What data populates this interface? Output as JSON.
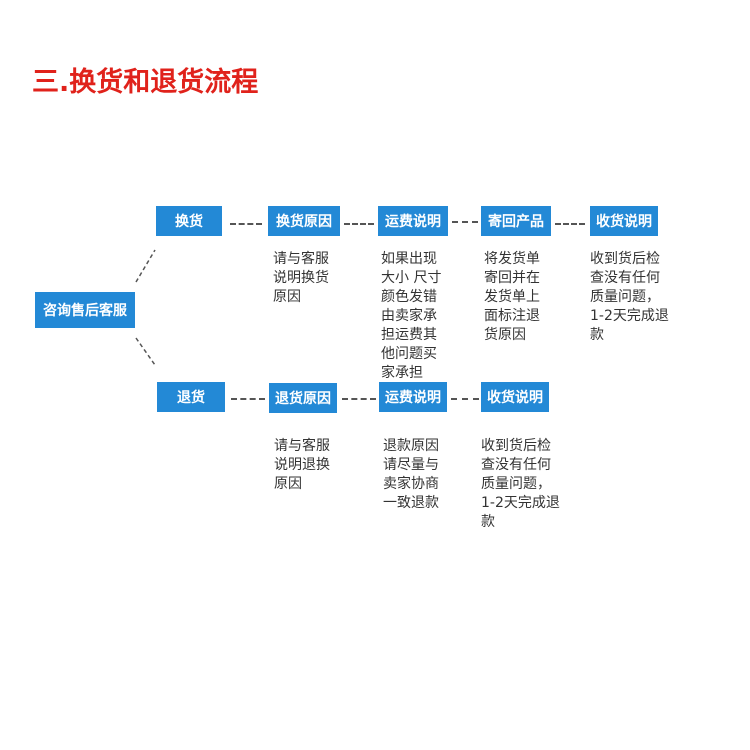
{
  "title": "三.换货和退货流程",
  "root": "咨询售后客服",
  "exchange": {
    "label": "换货",
    "steps": [
      {
        "label": "换货原因",
        "desc": "请与客服\n说明换货\n原因"
      },
      {
        "label": "运费说明",
        "desc": "如果出现\n大小 尺寸\n颜色发错\n由卖家承\n担运费其\n他问题买\n家承担"
      },
      {
        "label": "寄回产品",
        "desc": "将发货单\n寄回并在\n发货单上\n面标注退\n货原因"
      },
      {
        "label": "收货说明",
        "desc": "收到货后检\n查没有任何\n质量问题，\n1-2天完成退\n款"
      }
    ]
  },
  "refund": {
    "label": "退货",
    "steps": [
      {
        "label": "退货原因",
        "desc": "请与客服\n说明退换\n原因"
      },
      {
        "label": "运费说明",
        "desc": "退款原因\n请尽量与\n卖家协商\n一致退款"
      },
      {
        "label": "收货说明",
        "desc": "收到货后检\n查没有任何\n质量问题，\n1-2天完成退\n款"
      }
    ]
  },
  "colors": {
    "title": "#e0221b",
    "node": "#2389d6",
    "text": "#333333",
    "connector": "#555555"
  }
}
